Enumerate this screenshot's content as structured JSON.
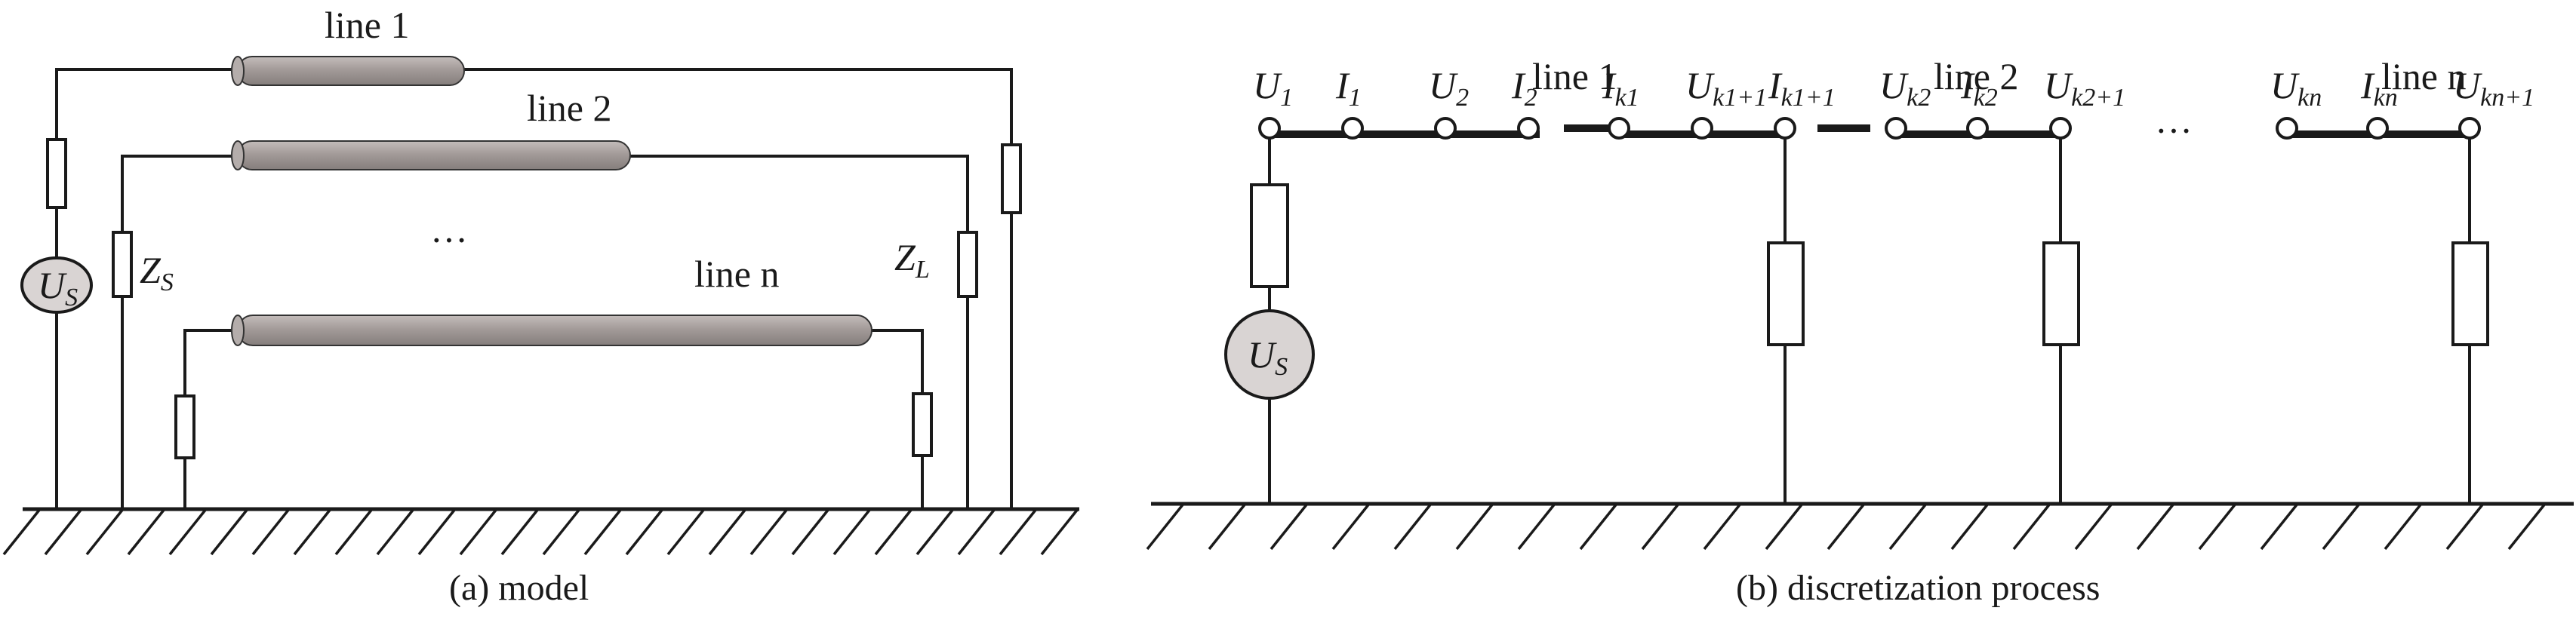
{
  "panel_a": {
    "caption": "(a)  model",
    "lines": [
      "line 1",
      "line 2",
      "line n"
    ],
    "ellipsis": "···",
    "source_label": "U",
    "source_sub": "S",
    "zs_label": "Z",
    "zs_sub": "S",
    "zl_label": "Z",
    "zl_sub": "L"
  },
  "panel_b": {
    "caption": "(b)  discretization process",
    "lines": [
      "line 1",
      "line 2",
      "line n"
    ],
    "ellipsis": "···",
    "source_label": "U",
    "source_sub": "S",
    "nodes": [
      {
        "v": "U",
        "s": "1"
      },
      {
        "v": "I",
        "s": "1"
      },
      {
        "v": "U",
        "s": "2"
      },
      {
        "v": "I",
        "s": "2"
      },
      {
        "v": "I",
        "s": "k1"
      },
      {
        "v": "U",
        "s": "k1+1"
      },
      {
        "v": "I",
        "s": "k1+1"
      },
      {
        "v": "U",
        "s": "k2"
      },
      {
        "v": "I",
        "s": "k2"
      },
      {
        "v": "U",
        "s": "k2+1"
      },
      {
        "v": "U",
        "s": "kn"
      },
      {
        "v": "I",
        "s": "kn"
      },
      {
        "v": "U",
        "s": "kn+1"
      }
    ]
  },
  "colors": {
    "cable_fill": "#a39b99",
    "source_fill": "#d9d4d3",
    "ink": "#1a1a1a"
  }
}
